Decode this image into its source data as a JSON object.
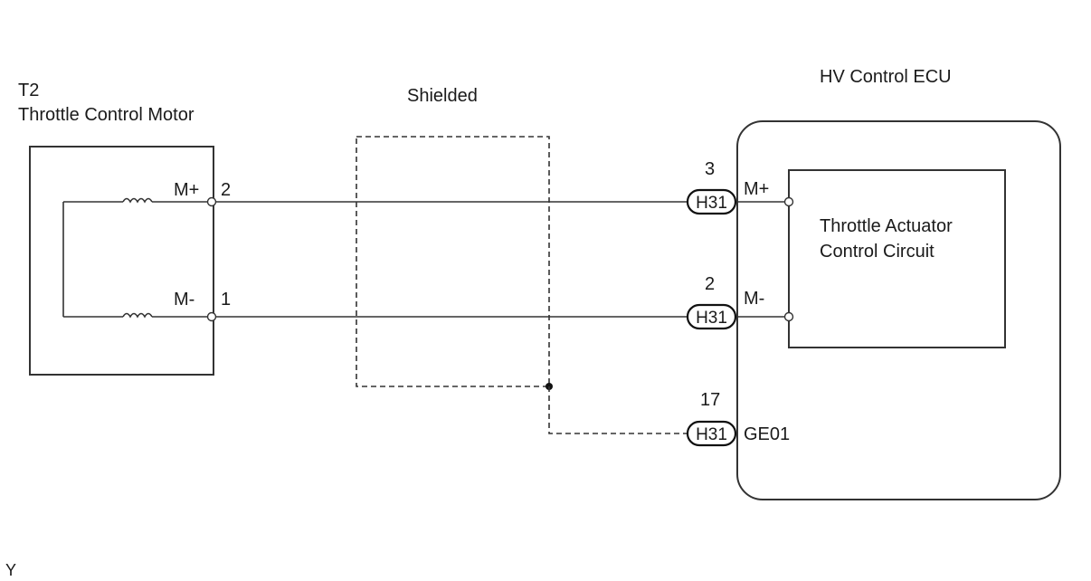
{
  "component": {
    "id": "T2",
    "name": "Throttle Control Motor",
    "pins": [
      {
        "label": "M+",
        "number": "2"
      },
      {
        "label": "M-",
        "number": "1"
      }
    ]
  },
  "shield": {
    "label": "Shielded"
  },
  "ecu": {
    "title": "HV Control ECU",
    "circuit_line1": "Throttle Actuator",
    "circuit_line2": "Control Circuit",
    "terminals": [
      {
        "connector": "H31",
        "pin": "3",
        "signal": "M+"
      },
      {
        "connector": "H31",
        "pin": "2",
        "signal": "M-"
      },
      {
        "connector": "H31",
        "pin": "17",
        "signal": "GE01"
      }
    ]
  },
  "footer_code": "Y"
}
